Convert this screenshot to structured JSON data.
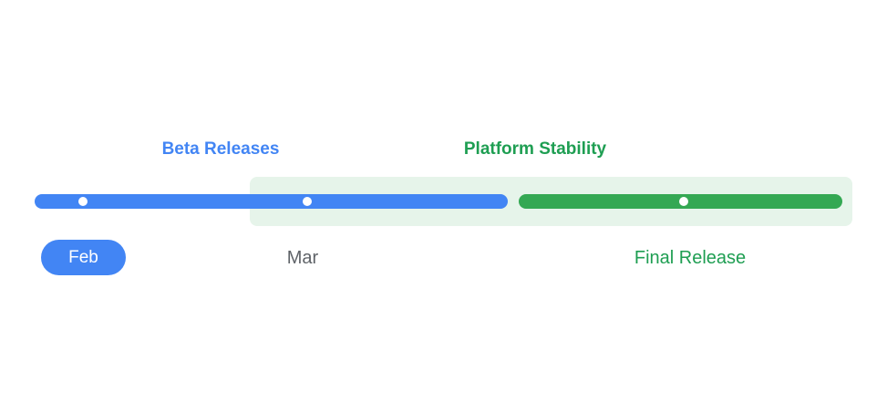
{
  "diagram": {
    "type": "release-timeline",
    "phases": [
      {
        "label": "Beta Releases",
        "bar_color": "#4285f4",
        "label_color": "#4285f4"
      },
      {
        "label": "Platform Stability",
        "bar_color": "#34a853",
        "label_color": "#1e9e52",
        "region_bg": "#e6f4ea"
      }
    ],
    "milestones": [
      {
        "label": "Feb",
        "phase": "Beta Releases",
        "marker": "white-dot",
        "label_style": "blue-pill",
        "pill_bg": "#4285f4",
        "pill_text_color": "#ffffff"
      },
      {
        "label": "Mar",
        "phase": "Beta Releases",
        "marker": "white-dot",
        "label_style": "gray-text",
        "text_color": "#5f6368"
      },
      {
        "label": "Final Release",
        "phase": "Platform Stability",
        "marker": "white-dot",
        "label_style": "green-text",
        "text_color": "#1e9e52"
      }
    ],
    "colors": {
      "background": "#ffffff",
      "milestone_dot": "#ffffff"
    }
  }
}
